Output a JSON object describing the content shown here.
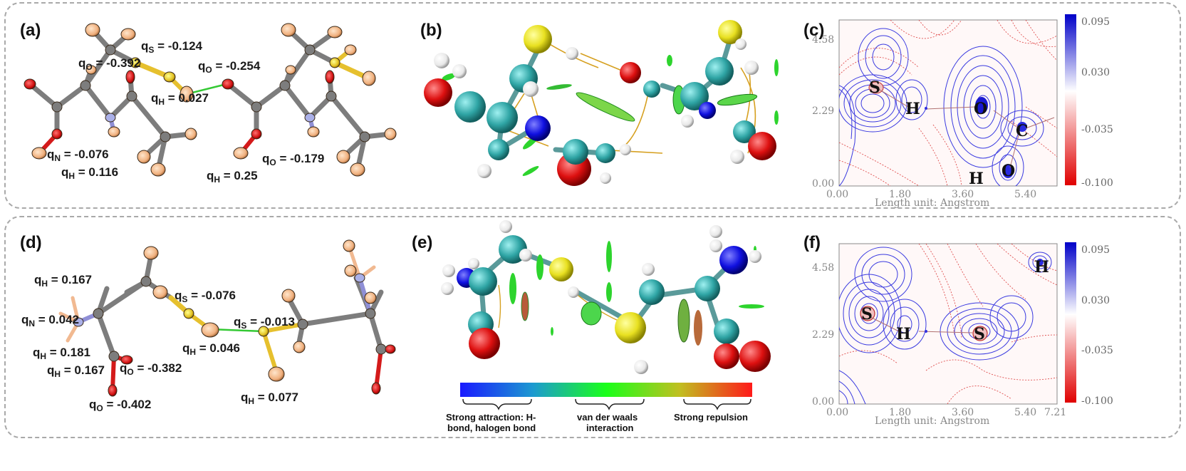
{
  "panels": {
    "a": {
      "label": "(a)"
    },
    "b": {
      "label": "(b)"
    },
    "c": {
      "label": "(c)"
    },
    "d": {
      "label": "(d)"
    },
    "e": {
      "label": "(e)"
    },
    "f": {
      "label": "(f)"
    }
  },
  "charges_a": [
    {
      "id": "a_qs",
      "sym": "q",
      "sub": "S",
      "val": " = -0.124"
    },
    {
      "id": "a_qo1",
      "sym": "q",
      "sub": "O",
      "val": " = -0.392"
    },
    {
      "id": "a_qo2",
      "sym": "q",
      "sub": "O",
      "val": " = -0.254"
    },
    {
      "id": "a_qh1",
      "sym": "q",
      "sub": "H",
      "val": " = 0.027"
    },
    {
      "id": "a_qn",
      "sym": "q",
      "sub": "N",
      "val": " = -0.076"
    },
    {
      "id": "a_qh2",
      "sym": "q",
      "sub": "H",
      "val": " = 0.116"
    },
    {
      "id": "a_qo3",
      "sym": "q",
      "sub": "O",
      "val": " = -0.179"
    },
    {
      "id": "a_qh3",
      "sym": "q",
      "sub": "H",
      "val": " = 0.25"
    }
  ],
  "charges_d": [
    {
      "id": "d_qh1",
      "sym": "q",
      "sub": "H",
      "val": " = 0.167"
    },
    {
      "id": "d_qs1",
      "sym": "q",
      "sub": "S",
      "val": " = -0.076"
    },
    {
      "id": "d_qn",
      "sym": "q",
      "sub": "N",
      "val": " = 0.042"
    },
    {
      "id": "d_qs2",
      "sym": "q",
      "sub": "S",
      "val": " = -0.013"
    },
    {
      "id": "d_qh2",
      "sym": "q",
      "sub": "H",
      "val": " = 0.046"
    },
    {
      "id": "d_qh3",
      "sym": "q",
      "sub": "H",
      "val": " = 0.181"
    },
    {
      "id": "d_qh4",
      "sym": "q",
      "sub": "H",
      "val": " = 0.167"
    },
    {
      "id": "d_qo1",
      "sym": "q",
      "sub": "O",
      "val": " = -0.382"
    },
    {
      "id": "d_qh5",
      "sym": "q",
      "sub": "H",
      "val": " = 0.077"
    },
    {
      "id": "d_qo2",
      "sym": "q",
      "sub": "O",
      "val": " = -0.402"
    }
  ],
  "map_c": {
    "x_ticks": [
      "0.00",
      "1.80",
      "3.60",
      "5.40"
    ],
    "y_ticks": [
      "4.58",
      "2.29",
      "0.00"
    ],
    "x_label": "Length unit: Angstrom",
    "colorbar_ticks": [
      "0.095",
      "0.030",
      "-0.035",
      "-0.100"
    ],
    "atoms": [
      "S",
      "H",
      "O",
      "C",
      "H",
      "O"
    ]
  },
  "map_f": {
    "x_ticks": [
      "0.00",
      "1.80",
      "3.60",
      "5.40",
      "7.21"
    ],
    "y_ticks": [
      "4.58",
      "2.29",
      "0.00"
    ],
    "x_label": "Length unit: Angstrom",
    "colorbar_ticks": [
      "0.095",
      "0.030",
      "-0.035",
      "-0.100"
    ],
    "atoms": [
      "S",
      "H",
      "S",
      "H"
    ]
  },
  "legend_e": {
    "items": [
      {
        "text_line1": "Strong attraction: H-",
        "text_line2": "bond, halogen bond"
      },
      {
        "text_line1": "van der waals",
        "text_line2": "interaction"
      },
      {
        "text_line1": "Strong repulsion",
        "text_line2": ""
      }
    ]
  },
  "colors": {
    "carbon": "#7d7d7d",
    "sulfur": "#e6c02e",
    "oxygen": "#d41a1a",
    "nitrogen": "#8f8fd6",
    "hydrogen": "#f1b991",
    "hbond": "#34c934",
    "carbon_ball": "#2fa5a5",
    "contour_pos": "#3a3ae0",
    "contour_neg": "#e05050"
  }
}
